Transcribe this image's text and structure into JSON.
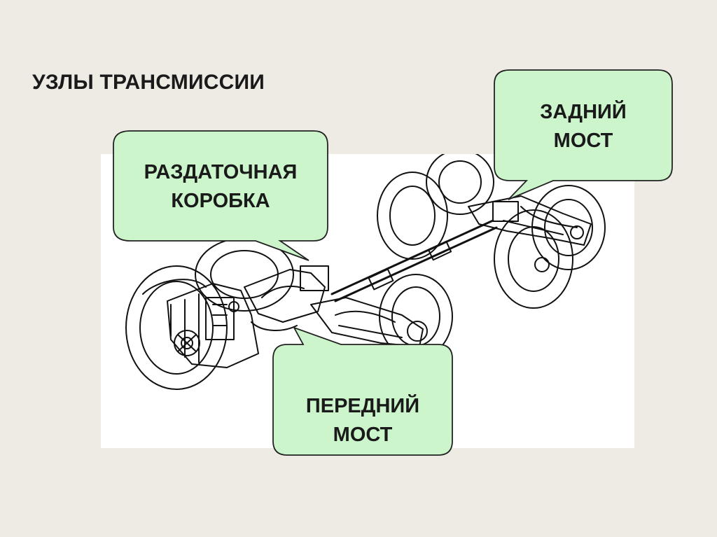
{
  "title": "УЗЛЫ ТРАНСМИССИИ",
  "callouts": {
    "transfer_case": [
      "РАЗДАТОЧНАЯ",
      "КОРОБКА"
    ],
    "rear_axle": [
      "ЗАДНИЙ",
      "МОСТ"
    ],
    "front_axle": [
      "ПЕРЕДНИЙ",
      "МОСТ"
    ]
  },
  "colors": {
    "background": "#edebe4",
    "callout_fill": "#ccf5cc",
    "callout_stroke": "#222222",
    "drawing_bg": "#ffffff"
  }
}
